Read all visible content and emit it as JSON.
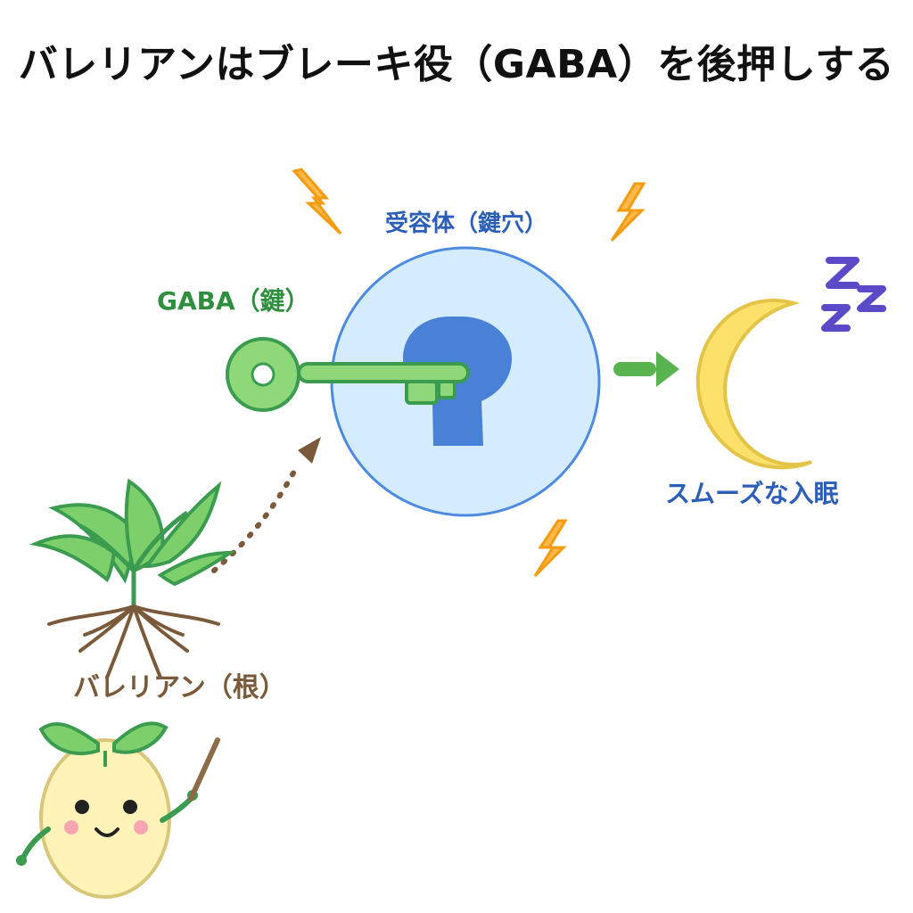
{
  "title": "バレリアンはブレーキ役（GABA）を後押しする",
  "labels": {
    "receptor": "受容体（鍵穴）",
    "gaba": "GABA（鍵）",
    "sleep": "スムーズな入眠",
    "valerian": "バレリアン（根）"
  },
  "icons": {
    "lightning": "lightning-icon",
    "key": "key-icon",
    "keyhole": "keyhole-icon",
    "moon": "moon-icon",
    "zzz": "zzz-icon",
    "plant": "plant-roots-icon",
    "mascot": "sprout-mascot-icon",
    "arrow": "arrow-right-icon",
    "dotted_arrow": "dotted-arrow-icon"
  },
  "colors": {
    "receptor_fill": "#d5ecff",
    "receptor_stroke": "#4c8be0",
    "keyhole": "#3a76d1",
    "key_fill": "#8ed87a",
    "key_stroke": "#3b9b4f",
    "arrow_green": "#59b44f",
    "moon_fill": "#fbe06a",
    "moon_stroke": "#e4c447",
    "zzz": "#5b4ac7",
    "lightning_fill": "#ffb84a",
    "lightning_stroke": "#f39c12",
    "brown": "#7a5a3a"
  }
}
